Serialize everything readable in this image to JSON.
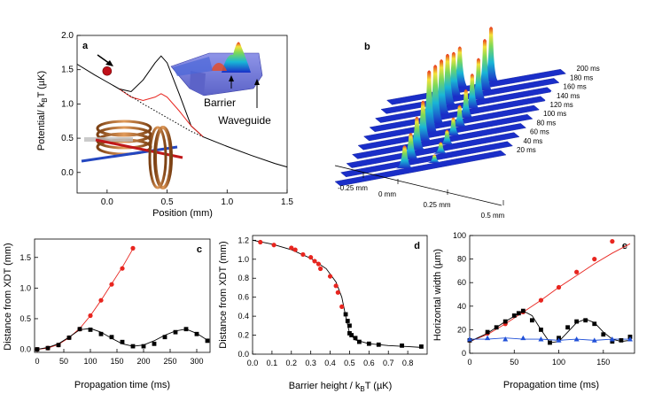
{
  "chart_data": [
    {
      "panel": "a",
      "type": "line",
      "xlabel": "Position (mm)",
      "ylabel_main": "Potential/ k",
      "ylabel_sub": "B",
      "ylabel_tail": "T (µK)",
      "xlim": [
        -0.25,
        1.5
      ],
      "ylim": [
        -0.3,
        2.0
      ],
      "xticks": [
        "0.0",
        "0.5",
        "1.0",
        "1.5"
      ],
      "xtick_values": [
        0.0,
        0.5,
        1.0,
        1.5
      ],
      "yticks": [
        "0.0",
        "0.5",
        "1.0",
        "1.5",
        "2.0"
      ],
      "ytick_values": [
        0.0,
        0.5,
        1.0,
        1.5,
        2.0
      ],
      "series": [
        {
          "style": "black-solid",
          "x": [
            -0.25,
            -0.1,
            0.0,
            0.1,
            0.2,
            0.3,
            0.4,
            0.45,
            0.5,
            0.6,
            0.7,
            0.8,
            1.0,
            1.2,
            1.4,
            1.5
          ],
          "y": [
            1.58,
            1.42,
            1.32,
            1.22,
            1.18,
            1.35,
            1.6,
            1.7,
            1.6,
            1.15,
            0.68,
            0.52,
            0.38,
            0.25,
            0.13,
            0.08
          ]
        },
        {
          "style": "red-solid",
          "x": [
            0.1,
            0.2,
            0.3,
            0.4,
            0.45,
            0.5,
            0.6,
            0.7,
            0.8
          ],
          "y": [
            1.22,
            1.1,
            1.05,
            1.1,
            1.15,
            1.1,
            0.9,
            0.68,
            0.52
          ]
        },
        {
          "style": "black-dotted",
          "x": [
            0.1,
            0.3,
            0.5,
            0.7,
            0.8
          ],
          "y": [
            1.22,
            1.0,
            0.8,
            0.6,
            0.52
          ]
        }
      ],
      "annotations": [
        "Barrier",
        "Waveguide"
      ],
      "ball": {
        "x": 0.0,
        "y": 1.48
      }
    },
    {
      "panel": "b",
      "type": "surface",
      "time_labels": [
        "200 ms",
        "180 ms",
        "160 ms",
        "140 ms",
        "120 ms",
        "100 ms",
        "80 ms",
        "60 ms",
        "40 ms",
        "20 ms"
      ],
      "axis_labels": [
        "-0.25 mm",
        "0 mm",
        "0.25 mm",
        "0.5 mm"
      ]
    },
    {
      "panel": "c",
      "type": "scatter",
      "xlabel": "Propagation time (ms)",
      "ylabel": "Distance from XDT (mm)",
      "xlim": [
        -5,
        325
      ],
      "ylim": [
        -0.05,
        1.8
      ],
      "xticks": [
        "0",
        "50",
        "100",
        "150",
        "200",
        "250",
        "300"
      ],
      "xtick_values": [
        0,
        50,
        100,
        150,
        200,
        250,
        300
      ],
      "yticks": [
        "0.0",
        "0.5",
        "1.0",
        "1.5"
      ],
      "ytick_values": [
        0.0,
        0.5,
        1.0,
        1.5
      ],
      "series": [
        {
          "marker": "red-circle",
          "x": [
            0,
            20,
            40,
            60,
            80,
            100,
            120,
            140,
            160,
            180
          ],
          "y": [
            0.0,
            0.02,
            0.07,
            0.19,
            0.33,
            0.55,
            0.8,
            1.06,
            1.32,
            1.65
          ]
        },
        {
          "marker": "black-square",
          "x": [
            0,
            20,
            40,
            60,
            80,
            100,
            120,
            140,
            160,
            180,
            200,
            220,
            240,
            260,
            280,
            300,
            320
          ],
          "y": [
            0.0,
            0.02,
            0.07,
            0.19,
            0.33,
            0.32,
            0.25,
            0.2,
            0.12,
            0.05,
            0.05,
            0.09,
            0.2,
            0.28,
            0.33,
            0.25,
            0.14
          ]
        }
      ],
      "fits": [
        {
          "style": "red-solid",
          "x": [
            0,
            20,
            40,
            60,
            80,
            100,
            120,
            140,
            160,
            180
          ],
          "y": [
            0.0,
            0.02,
            0.08,
            0.19,
            0.34,
            0.55,
            0.8,
            1.07,
            1.34,
            1.64
          ]
        },
        {
          "style": "black-solid",
          "x": [
            0,
            20,
            40,
            60,
            80,
            100,
            120,
            140,
            160,
            180,
            200,
            220,
            240,
            260,
            280,
            300,
            320
          ],
          "y": [
            0.0,
            0.03,
            0.09,
            0.2,
            0.32,
            0.34,
            0.28,
            0.18,
            0.09,
            0.05,
            0.07,
            0.14,
            0.23,
            0.3,
            0.33,
            0.26,
            0.15
          ]
        }
      ]
    },
    {
      "panel": "d",
      "type": "scatter",
      "xlabel_main": "Barrier height / k",
      "xlabel_sub": "B",
      "xlabel_tail": "T (µK)",
      "ylabel": "Distance from XDT (mm)",
      "xlim": [
        0.0,
        0.9
      ],
      "ylim": [
        0.0,
        1.25
      ],
      "xticks": [
        "0.0",
        "0.1",
        "0.2",
        "0.3",
        "0.4",
        "0.5",
        "0.6",
        "0.7",
        "0.8"
      ],
      "xtick_values": [
        0.0,
        0.1,
        0.2,
        0.3,
        0.4,
        0.5,
        0.6,
        0.7,
        0.8
      ],
      "yticks": [
        "0.0",
        "0.2",
        "0.4",
        "0.6",
        "0.8",
        "1.0",
        "1.2"
      ],
      "ytick_values": [
        0.0,
        0.2,
        0.4,
        0.6,
        0.8,
        1.0,
        1.2
      ],
      "series": [
        {
          "marker": "red-circle",
          "x": [
            0.04,
            0.11,
            0.2,
            0.22,
            0.26,
            0.3,
            0.32,
            0.34,
            0.35,
            0.4,
            0.43,
            0.44,
            0.46
          ],
          "y": [
            1.18,
            1.15,
            1.12,
            1.1,
            1.05,
            1.02,
            0.98,
            0.95,
            0.9,
            0.82,
            0.72,
            0.65,
            0.5
          ]
        },
        {
          "marker": "black-square",
          "x": [
            0.48,
            0.49,
            0.5,
            0.5,
            0.51,
            0.53,
            0.55,
            0.6,
            0.65,
            0.77,
            0.87
          ],
          "y": [
            0.42,
            0.35,
            0.3,
            0.22,
            0.2,
            0.17,
            0.13,
            0.11,
            0.1,
            0.09,
            0.08
          ]
        }
      ],
      "fits": [
        {
          "style": "black-solid",
          "x": [
            0.0,
            0.1,
            0.2,
            0.3,
            0.38,
            0.43,
            0.46,
            0.48,
            0.5,
            0.53,
            0.6,
            0.7,
            0.8,
            0.88
          ],
          "y": [
            1.2,
            1.16,
            1.1,
            1.01,
            0.9,
            0.76,
            0.6,
            0.4,
            0.22,
            0.15,
            0.11,
            0.09,
            0.08,
            0.07
          ]
        }
      ]
    },
    {
      "panel": "e",
      "type": "scatter",
      "xlabel": "Propagation time (ms)",
      "ylabel": "Horizontal width (µm)",
      "xlim": [
        0,
        185
      ],
      "ylim": [
        0,
        100
      ],
      "xticks": [
        "0",
        "50",
        "100",
        "150"
      ],
      "xtick_values": [
        0,
        50,
        100,
        150
      ],
      "yticks": [
        "0",
        "20",
        "40",
        "60",
        "80",
        "100"
      ],
      "ytick_values": [
        0,
        20,
        40,
        60,
        80,
        100
      ],
      "series": [
        {
          "marker": "red-circle",
          "x": [
            0,
            20,
            40,
            60,
            80,
            100,
            120,
            140,
            160
          ],
          "y": [
            11,
            17,
            25,
            35,
            45,
            56,
            69,
            80,
            95
          ]
        },
        {
          "marker": "black-square",
          "x": [
            0,
            20,
            30,
            40,
            50,
            55,
            60,
            70,
            80,
            90,
            100,
            110,
            120,
            130,
            140,
            150,
            160,
            170,
            180
          ],
          "y": [
            11,
            18,
            22,
            27,
            32,
            34,
            36,
            28,
            20,
            9,
            13,
            22,
            27,
            28,
            25,
            16,
            10,
            11,
            14
          ]
        },
        {
          "marker": "blue-triangle",
          "x": [
            0,
            20,
            40,
            60,
            80,
            100,
            120,
            140,
            160,
            180
          ],
          "y": [
            12,
            13,
            12,
            13,
            12,
            11,
            12,
            11,
            12,
            12
          ]
        }
      ],
      "fits": [
        {
          "style": "red-solid",
          "x": [
            0,
            20,
            40,
            60,
            80,
            100,
            120,
            140,
            160,
            180
          ],
          "y": [
            10,
            16,
            25,
            35,
            45,
            56,
            66,
            76,
            85,
            93
          ]
        },
        {
          "style": "black-solid",
          "x": [
            0,
            20,
            40,
            60,
            70,
            80,
            90,
            100,
            110,
            120,
            130,
            140,
            150,
            160,
            170,
            180
          ],
          "y": [
            10,
            17,
            27,
            36,
            32,
            20,
            9,
            10,
            18,
            26,
            29,
            26,
            18,
            12,
            10,
            11
          ]
        },
        {
          "style": "blue-solid",
          "x": [
            0,
            20,
            40,
            60,
            80,
            100,
            120,
            140,
            160,
            180
          ],
          "y": [
            12,
            12,
            13,
            12,
            12,
            11,
            12,
            11,
            12,
            12
          ]
        }
      ]
    }
  ],
  "panel_letters": {
    "a": "a",
    "b": "b",
    "c": "c",
    "d": "d",
    "e": "e"
  },
  "colors": {
    "red": "#e8251f",
    "black": "#000000",
    "blue": "#2050d8",
    "copper": "#b56a2c",
    "surface": "#1a2ec8"
  }
}
